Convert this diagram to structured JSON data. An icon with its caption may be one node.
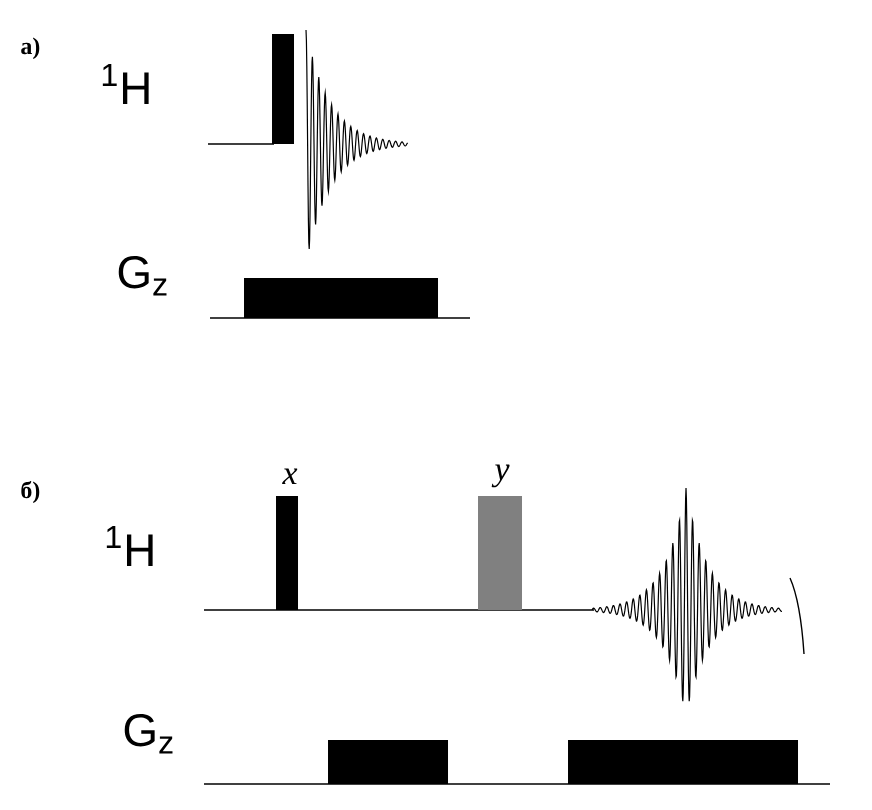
{
  "diagram": {
    "labels": [
      "а)",
      "$^{1}$H",
      "G$_{z}$",
      "б)",
      "x",
      "y",
      "$^{1}$H",
      "G$_{z}$"
    ]
  }
}
